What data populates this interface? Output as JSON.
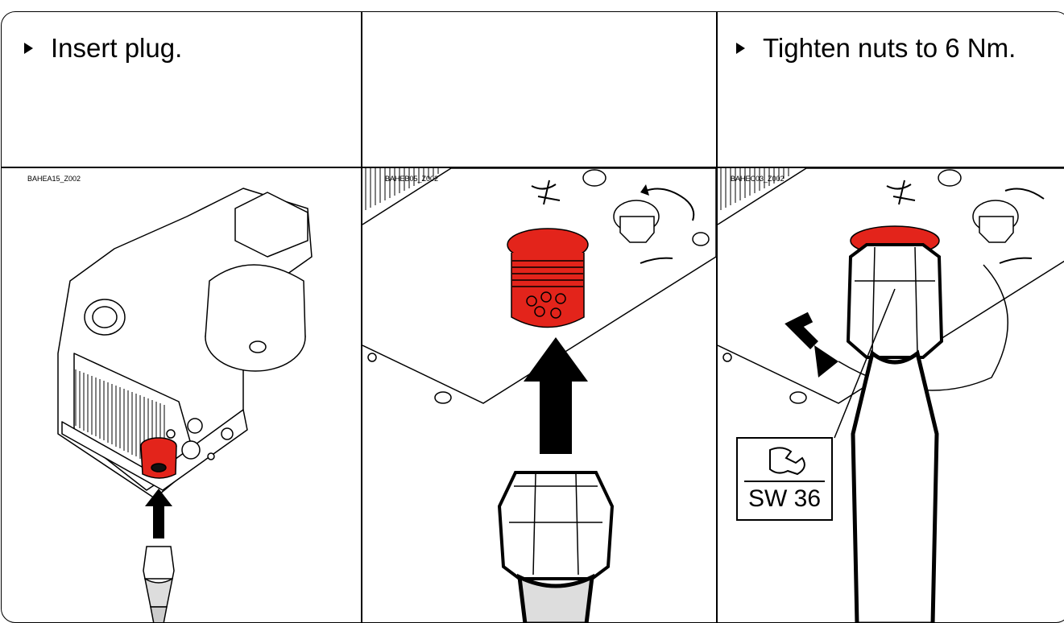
{
  "steps": [
    {
      "instruction": "Insert plug.",
      "figure_code": "BAHEA15_Z002"
    },
    {
      "instruction": "",
      "figure_code": "BAHEB05_Z002"
    },
    {
      "instruction": "Tighten nuts to 6 Nm.",
      "figure_code": "BAHEC03_Z002"
    }
  ],
  "tool_label": "SW 36",
  "icons": [
    "arrow-up-icon",
    "rotate-clockwise-icon",
    "wrench-icon",
    "hand-icon",
    "no-handtight-icon"
  ],
  "colors": {
    "plug_red": "#e3241b",
    "line": "#000000"
  }
}
